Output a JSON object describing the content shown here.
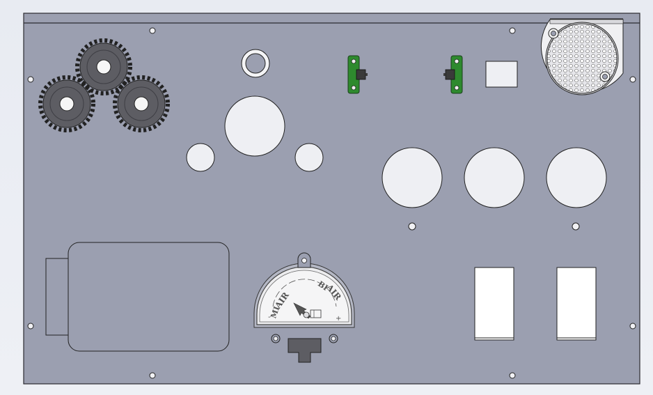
{
  "viewport": {
    "background": "#eceef4",
    "panel_fill": "#9b9fb0",
    "panel_edge": "#2a2a30",
    "cutout_fill": "#eeeff3",
    "gear_fill": "#5d5d63",
    "clip_green": "#2e8a2e",
    "gauge_fill": "#ececee"
  },
  "gauge": {
    "left_scale_text": "AIR",
    "left_scale_text_2": "MI",
    "right_scale_text": "AIR",
    "right_scale_text_2": "BI",
    "minus_sign": "-",
    "plus_sign": "+"
  },
  "icons": {
    "gear": "gear-icon",
    "fan": "fan-grille-icon",
    "switch": "rocker-switch-icon",
    "clip": "mounting-clip-icon"
  }
}
